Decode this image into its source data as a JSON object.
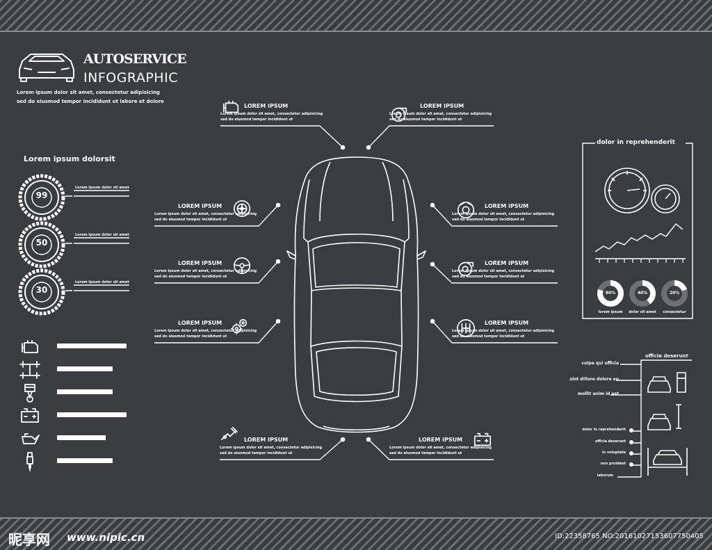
{
  "header": {
    "title_line1": "AUTOSERVICE",
    "title_line2": "INFOGRAPHIC",
    "subtitle_line1": "Lorem ipsum dolor sit amet, consectetur adipisicing",
    "subtitle_line2": "sed do eiusmod tempor incididunt ut labore et dolore"
  },
  "left_panel": {
    "heading": "Lorem ipsum dolorsit",
    "gauges": [
      {
        "value": "99"
      },
      {
        "value": "50"
      },
      {
        "value": "30"
      }
    ],
    "gauge_caption": "Lorem ipsum dolor sit amet",
    "bars": [
      {
        "icon": "engine-icon",
        "level": 1.0
      },
      {
        "icon": "chassis-icon",
        "level": 0.8
      },
      {
        "icon": "piston-icon",
        "level": 0.8
      },
      {
        "icon": "battery-icon",
        "level": 1.0
      },
      {
        "icon": "oil-can-icon",
        "level": 0.7
      },
      {
        "icon": "spark-plug-icon",
        "level": 0.8
      }
    ]
  },
  "callouts": {
    "label": "LOREM IPSUM",
    "caption_line1": "Lorem ipsum dolor sit amet, consectetur adipisicing",
    "caption_line2": "sed do eiusmod tempor incididunt ut",
    "items": [
      {
        "icon": "engine-icon"
      },
      {
        "icon": "turbo-icon"
      },
      {
        "icon": "wheel-icon"
      },
      {
        "icon": "brake-disc-icon"
      },
      {
        "icon": "steering-wheel-icon"
      },
      {
        "icon": "turbo-icon"
      },
      {
        "icon": "gears-icon"
      },
      {
        "icon": "gear-shift-icon"
      },
      {
        "icon": "exhaust-icon"
      },
      {
        "icon": "car-battery-icon"
      }
    ]
  },
  "right_panel": {
    "heading": "dolor in reprehenderit",
    "donuts": [
      {
        "value": "80%",
        "label": "lorem ipsum"
      },
      {
        "value": "40%",
        "label": "dolor sit amet"
      },
      {
        "value": "20%",
        "label": "consectetur"
      }
    ]
  },
  "service_panel": {
    "heading": "officia deserunt",
    "top_labels": [
      "culpa qui officia",
      "sint dillore dolore eu",
      "mollit anim id est"
    ],
    "bottom_labels": [
      "dolor in reprehenderit",
      "officia deserunt",
      "in voluptate",
      "non proident",
      "laborum"
    ]
  },
  "watermark": {
    "brand": "昵享网",
    "url": "www.nipic.cn",
    "id": "ID:22358765 NO:20161027153607750405"
  },
  "colors": {
    "background": "#3a3c3f",
    "line": "#ffffff",
    "stripe": "#6c6e71"
  }
}
